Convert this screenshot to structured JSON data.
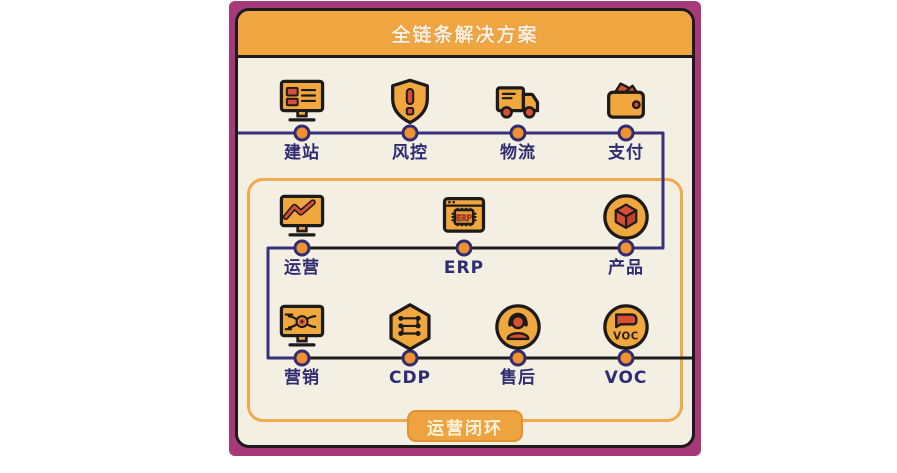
{
  "header": {
    "title": "全链条解决方案"
  },
  "rows": [
    {
      "name": "top-chain",
      "items": [
        {
          "label": "建站",
          "icon": "website-builder-icon"
        },
        {
          "label": "风控",
          "icon": "risk-control-shield-icon"
        },
        {
          "label": "物流",
          "icon": "logistics-truck-icon"
        },
        {
          "label": "支付",
          "icon": "payment-wallet-icon"
        }
      ]
    },
    {
      "name": "middle-chain",
      "items": [
        {
          "label": "运营",
          "icon": "operations-analytics-icon"
        },
        {
          "label": "ERP",
          "icon": "erp-system-icon",
          "icon_text": "ERP"
        },
        {
          "label": "产品",
          "icon": "product-cube-icon"
        }
      ]
    },
    {
      "name": "bottom-chain",
      "items": [
        {
          "label": "营销",
          "icon": "marketing-targeting-icon"
        },
        {
          "label": "CDP",
          "icon": "cdp-network-icon"
        },
        {
          "label": "售后",
          "icon": "aftersales-support-icon"
        },
        {
          "label": "VOC",
          "icon": "voc-feedback-icon",
          "icon_text": "VOC"
        }
      ]
    }
  ],
  "loop_box": {
    "badge": "运营闭环"
  },
  "colors": {
    "background": "#ffffff",
    "panel_magenta": "#a63a78",
    "card_cream": "#f3efe2",
    "outline_black": "#1c1a1a",
    "header_orange": "#efa641",
    "title_cream": "#f8eedd",
    "icon_orange": "#f0a73d",
    "icon_red": "#d94f35",
    "node_orange": "#ef9130",
    "line_purple": "#37327c",
    "line_black": "#1e1b1b",
    "label_indigo": "#2f2c73",
    "loop_border_orange": "#f2a94e",
    "badge_orange": "#eda33f"
  }
}
